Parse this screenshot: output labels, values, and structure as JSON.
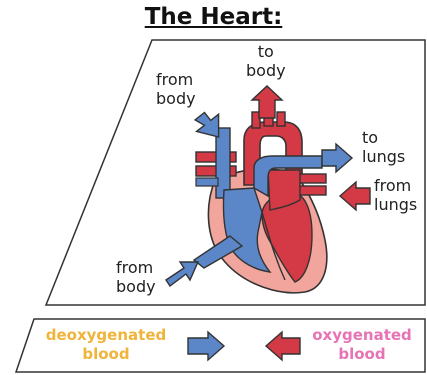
{
  "title": "The Heart:",
  "labels": {
    "from_body_top": [
      "from",
      "body"
    ],
    "to_body": [
      "to",
      "body"
    ],
    "to_lungs": [
      "to",
      "lungs"
    ],
    "from_lungs": [
      "from",
      "lungs"
    ],
    "from_body_bottom": [
      "from",
      "body"
    ]
  },
  "legend": {
    "deoxygenated": [
      "deoxygenated",
      "blood"
    ],
    "oxygenated": [
      "oxygenated",
      "blood"
    ]
  },
  "colors": {
    "deoxygenated_blue": "#5b86c8",
    "oxygenated_red": "#d33a45",
    "heart_outer": "#f2a59c",
    "deoxygenated_text": "#f0b43a",
    "oxygenated_text": "#e773b5"
  }
}
